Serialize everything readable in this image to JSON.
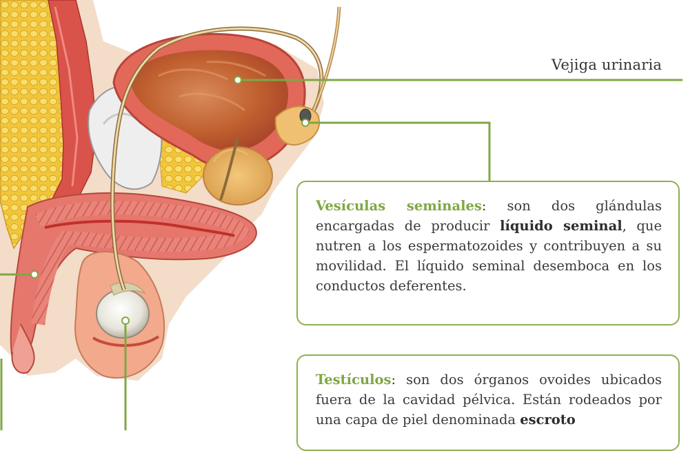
{
  "labels": {
    "vejiga": "Vejiga urinaria"
  },
  "vesiculas": {
    "term": "Vesículas seminales",
    "text_1": ": son dos glándulas encargadas de producir ",
    "bold_1": "líquido seminal",
    "text_2": ", que nutren a los espermatozoides y contribuyen a su movilidad. El líquido seminal desemboca en los conductos deferentes."
  },
  "testiculos": {
    "term": "Testículos",
    "text_1": ": son dos órganos ovoides ubicados fuera de la cavidad pélvica. Están rodeados por una capa de piel denominada ",
    "bold_1": "escroto"
  },
  "colors": {
    "accent_green": "#8cb050",
    "term_green": "#7fa743",
    "tissue_red": "#d9564a",
    "fat_yellow": "#f0c83a"
  }
}
